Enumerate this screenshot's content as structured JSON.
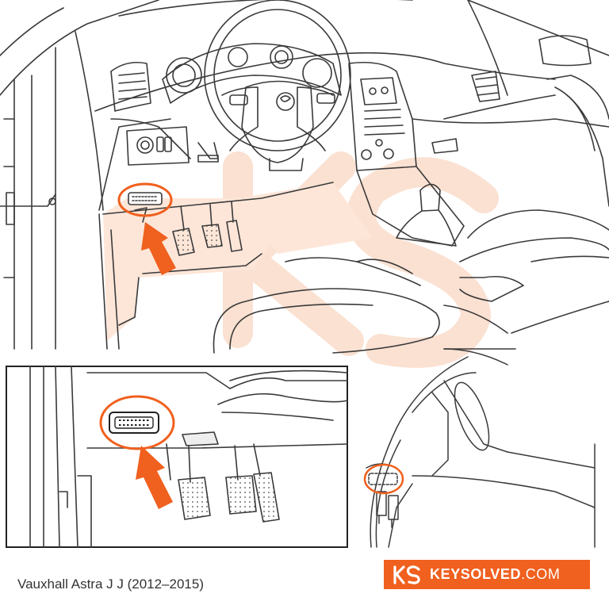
{
  "caption": "Vauxhall Astra J J (2012–2015)",
  "brand": {
    "name_bold": "KEYSOLVED",
    "name_light": ".COM"
  },
  "colors": {
    "accent": "#f0601e",
    "line": "#3a3a3a",
    "watermark": "#f7c9ad",
    "highlight_fill": "#fde6d8"
  }
}
